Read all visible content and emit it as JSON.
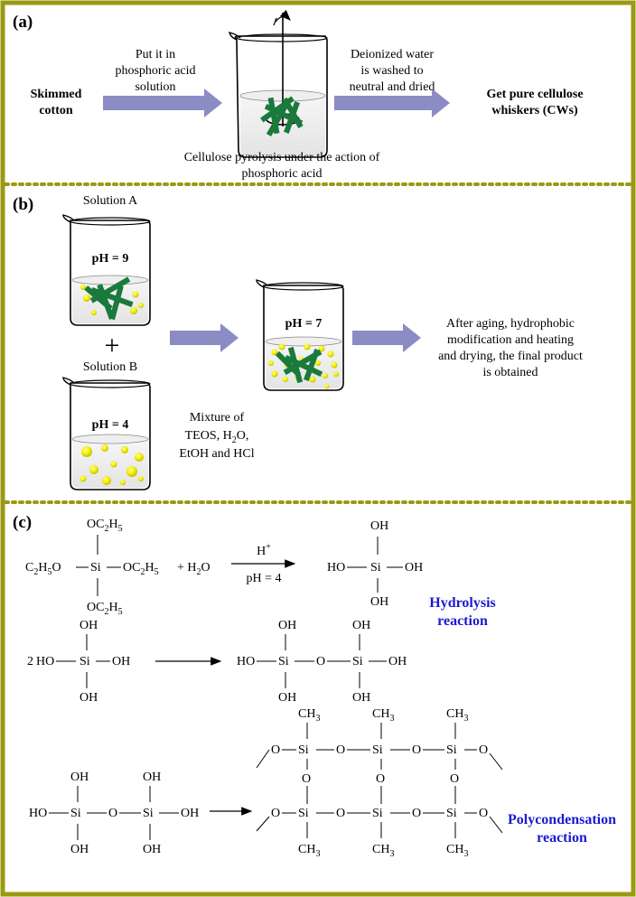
{
  "panel_a": {
    "label": "(a)",
    "start": [
      "Skimmed",
      "cotton"
    ],
    "step1": [
      "Put it in",
      "phosphoric acid",
      "solution"
    ],
    "caption": [
      "Cellulose pyrolysis under the action of",
      "phosphoric acid"
    ],
    "step2": [
      "Deionized water",
      "is washed to",
      "neutral and dried"
    ],
    "end": [
      "Get pure cellulose",
      "whiskers (CWs)"
    ]
  },
  "panel_b": {
    "label": "(b)",
    "solution_a": "Solution A",
    "ph_a": "pH = 9",
    "plus": "+",
    "solution_b": "Solution B",
    "ph_b": "pH = 4",
    "mixture": [
      "Mixture of",
      "TEOS, H",
      "2",
      "O,",
      "EtOH and HCl"
    ],
    "ph_mix": "pH = 7",
    "final": [
      "After aging, hydrophobic",
      "modification and heating",
      "and drying, the final product",
      "is obtained"
    ]
  },
  "panel_c": {
    "label": "(c)",
    "hydrolysis": [
      "Hydrolysis",
      "reaction"
    ],
    "polycondensation": [
      "Polycondensation",
      "reaction"
    ],
    "reagent_h2o": "+ H",
    "arrow_top": "H",
    "arrow_bottom": "pH = 4",
    "coef": "2",
    "atoms": {
      "si": "Si",
      "o": "O",
      "oh": "OH",
      "ho": "HO",
      "ch3": "CH",
      "oc2h5": "OC",
      "c2h5o": "C"
    }
  },
  "colors": {
    "frame": "#9a9a12",
    "arrow": "#8c8cc4",
    "green": "#1a7a3c",
    "yellow": "#f2ef00",
    "blue_text": "#1a1ad0"
  }
}
